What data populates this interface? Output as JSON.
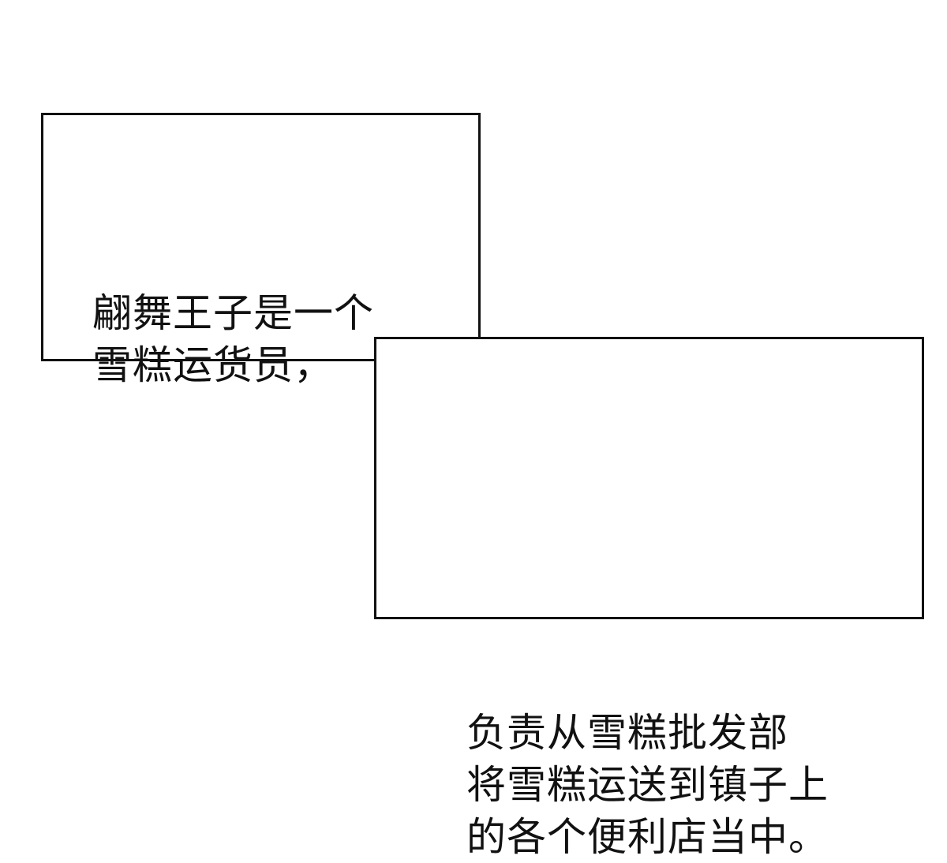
{
  "panels": [
    {
      "lines": [
        "翩舞王子是一个",
        "雪糕运货员，"
      ]
    },
    {
      "lines": [
        "负责从雪糕批发部",
        "将雪糕运送到镇子上",
        "的各个便利店当中。"
      ]
    }
  ]
}
